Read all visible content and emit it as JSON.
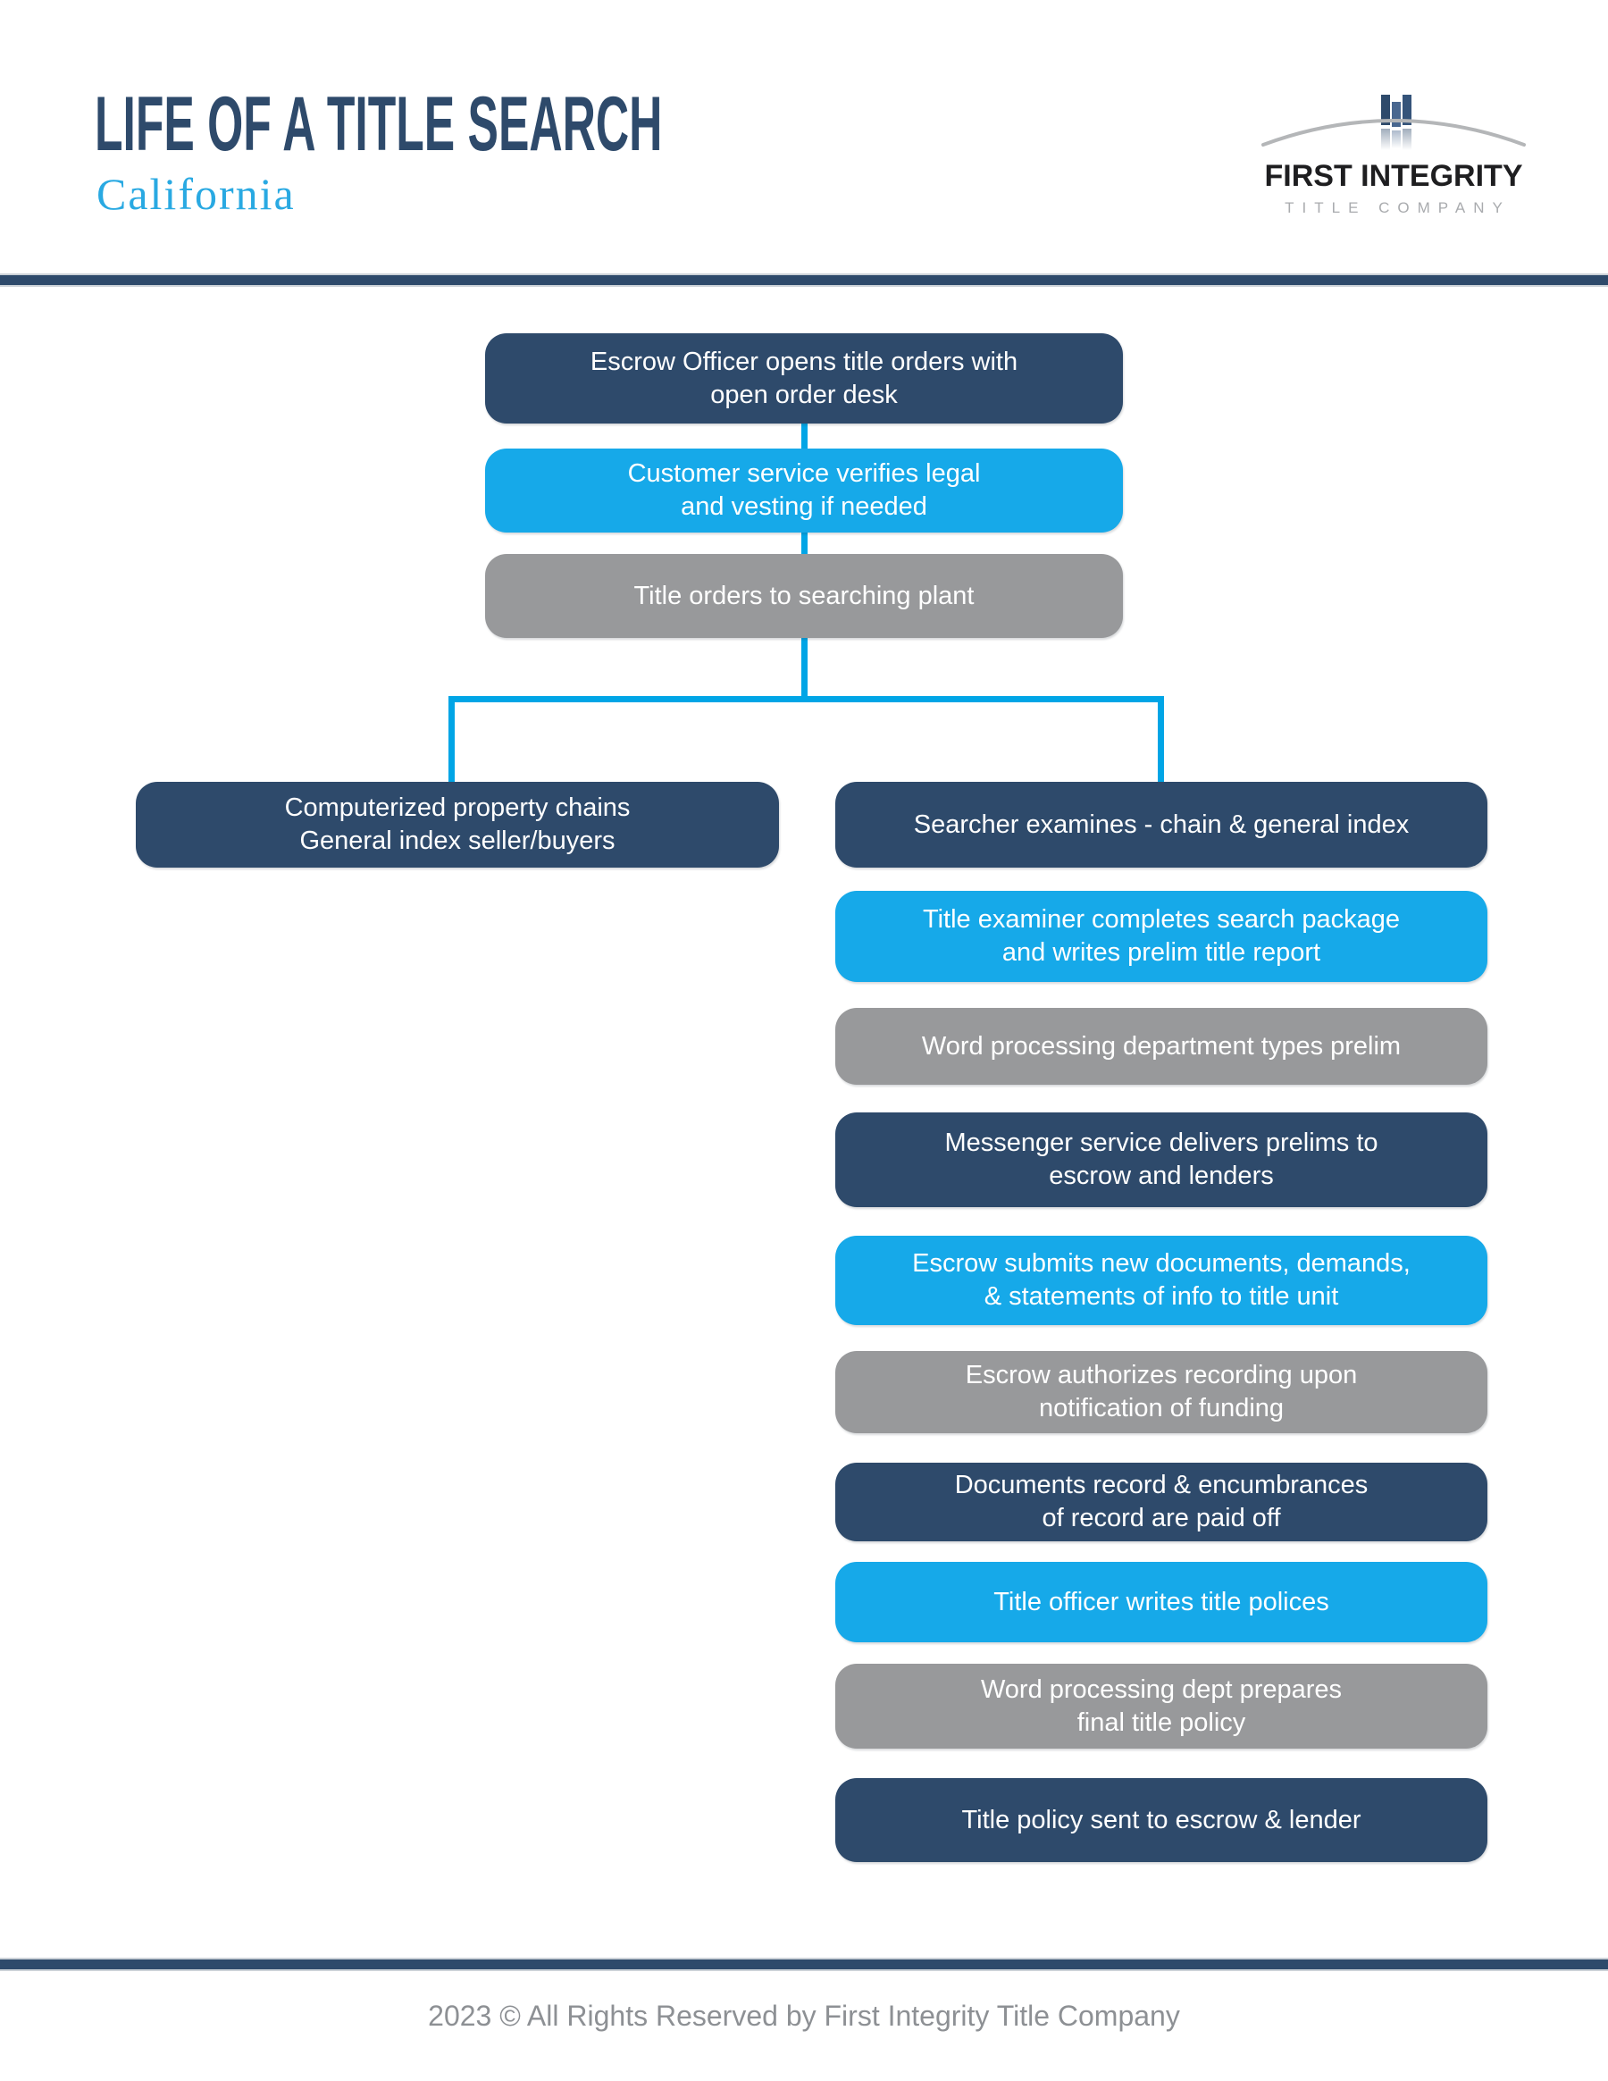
{
  "header": {
    "title": "LIFE OF A TITLE SEARCH",
    "subtitle": "California",
    "logo": {
      "name": "FIRST INTEGRITY",
      "tagline": "TITLE COMPANY"
    }
  },
  "flow": {
    "seq": [
      {
        "style": "navy",
        "lines": [
          "Escrow Officer opens title orders with",
          "open order desk"
        ]
      },
      {
        "style": "blue",
        "lines": [
          "Customer service verifies legal",
          "and vesting if needed"
        ]
      },
      {
        "style": "gray",
        "lines": [
          "Title orders to searching plant"
        ]
      }
    ],
    "left_branch": {
      "style": "navy",
      "lines": [
        "Computerized property chains",
        "General index seller/buyers"
      ]
    },
    "right_branch": [
      {
        "style": "navy",
        "lines": [
          "Searcher examines - chain & general index"
        ]
      },
      {
        "style": "blue",
        "lines": [
          "Title examiner completes search package",
          "and writes prelim title report"
        ]
      },
      {
        "style": "gray",
        "lines": [
          "Word processing department types prelim"
        ]
      },
      {
        "style": "navy",
        "lines": [
          "Messenger service delivers prelims to",
          "escrow and lenders"
        ]
      },
      {
        "style": "blue",
        "lines": [
          "Escrow submits new documents, demands,",
          "& statements of info to title unit"
        ]
      },
      {
        "style": "gray",
        "lines": [
          "Escrow authorizes recording upon",
          "notification of funding"
        ]
      },
      {
        "style": "navy",
        "lines": [
          "Documents record & encumbrances",
          "of record are paid off"
        ]
      },
      {
        "style": "blue",
        "lines": [
          "Title officer writes title polices"
        ]
      },
      {
        "style": "gray",
        "lines": [
          "Word processing dept prepares",
          "final title policy"
        ]
      },
      {
        "style": "navy",
        "lines": [
          "Title policy sent to escrow & lender"
        ]
      }
    ]
  },
  "footer": {
    "copyright": "2023 © All Rights Reserved by First Integrity Title Company"
  },
  "colors": {
    "navy": "#2e4a6b",
    "blue": "#16a9e9",
    "gray": "#98999b",
    "connector": "#00a5e6",
    "subtitle_blue": "#29a9e2",
    "footer_gray": "#8d9094"
  }
}
